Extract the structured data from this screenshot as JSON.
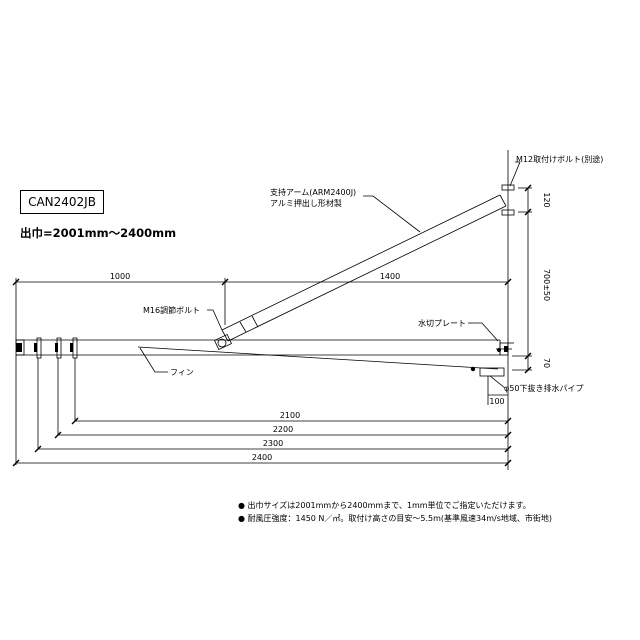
{
  "model": "CAN2402JB",
  "range_label": "出巾=2001mm〜2400mm",
  "labels": {
    "m12": "M12取付けボルト(別途)",
    "arm_line1": "支持アーム(ARM2400J)",
    "arm_line2": "アルミ押出し形材製",
    "m16": "M16調節ボルト",
    "plate": "水切プレート",
    "fin": "フィン",
    "pipe": "φ50下抜き排水パイプ"
  },
  "dims": {
    "d1000": "1000",
    "d1400": "1400",
    "d120": "120",
    "d700": "700±50",
    "d70": "70",
    "d100": "100",
    "d2100": "2100",
    "d2200": "2200",
    "d2300": "2300",
    "d2400": "2400"
  },
  "notes": [
    "● 出巾サイズは2001mmから2400mmまで、1mm単位でご指定いただけます。",
    "● 耐風圧強度：1450 N／㎡。取付け高さの目安〜5.5m(基準風速34m/s地域、市街地)"
  ]
}
